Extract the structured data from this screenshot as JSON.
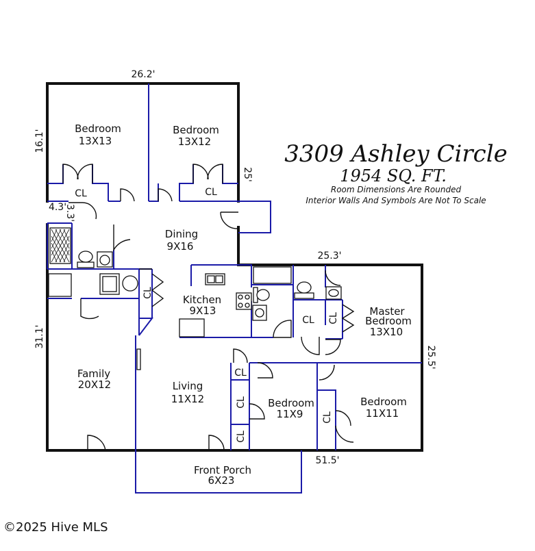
{
  "title": "3309 Ashley Circle",
  "square_feet": "1954 SQ. FT.",
  "notes": {
    "line1": "Room Dimensions Are Rounded",
    "line2": "Interior Walls And Symbols Are Not To Scale"
  },
  "rooms": {
    "bedroom_nw": {
      "name": "Bedroom",
      "size": "13X13"
    },
    "bedroom_n": {
      "name": "Bedroom",
      "size": "13X12"
    },
    "dining": {
      "name": "Dining",
      "size": "9X16"
    },
    "kitchen": {
      "name": "Kitchen",
      "size": "9X13"
    },
    "master": {
      "name1": "Master",
      "name2": "Bedroom",
      "size": "13X10"
    },
    "family": {
      "name": "Family",
      "size": "20X12"
    },
    "living": {
      "name": "Living",
      "size": "11X12"
    },
    "bedroom_c": {
      "name": "Bedroom",
      "size": "11X9"
    },
    "bedroom_e": {
      "name": "Bedroom",
      "size": "11X11"
    },
    "porch": {
      "name": "Front Porch",
      "size": "6X23"
    }
  },
  "closet_label": "CL",
  "dimensions": {
    "top": "26.2'",
    "left_upper": "16.1'",
    "upper_right": "25'",
    "small_a": "4.3'",
    "small_b": "3.3'",
    "right_top": "25.3'",
    "left_lower": "31.1'",
    "right_side": "25.5'",
    "bottom": "51.5'"
  },
  "copyright": "©2025 Hive MLS"
}
